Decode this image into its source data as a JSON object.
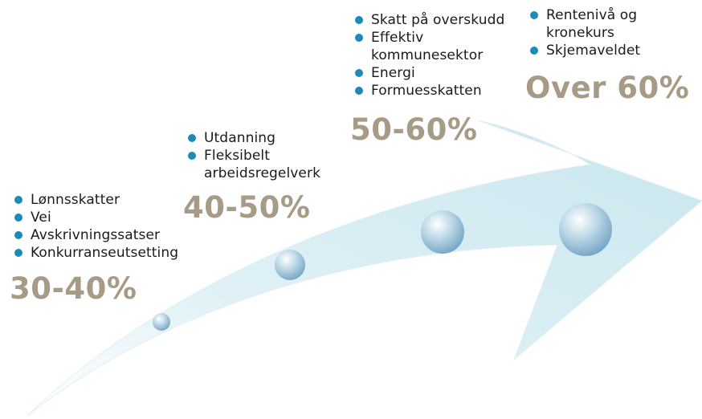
{
  "colors": {
    "bullet": "#1a8bb8",
    "percentage": "#a79b87",
    "text": "#1a1a1a",
    "arrow_fill": "#d5ecf2"
  },
  "groups": [
    {
      "range": "30-40%",
      "items": [
        "Lønnsskatter",
        "Vei",
        "Avskrivningssatser",
        "Konkurranseutsetting"
      ]
    },
    {
      "range": "40-50%",
      "items": [
        "Utdanning",
        "Fleksibelt arbeidsregelverk"
      ]
    },
    {
      "range": "50-60%",
      "items": [
        "Skatt på overskudd",
        "Effektiv kommunesektor",
        "Energi",
        "Formuesskatten"
      ]
    },
    {
      "range": "Over 60%",
      "items": [
        "Rentenivå og kronekurs",
        "Skjemaveldet"
      ]
    }
  ]
}
